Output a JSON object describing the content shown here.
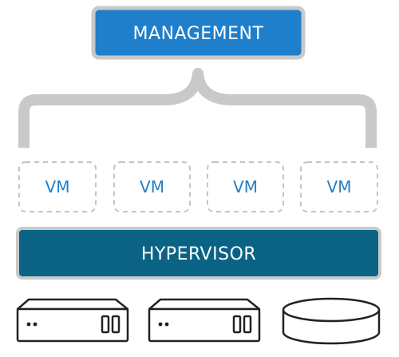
{
  "management": {
    "label": "MANAGEMENT"
  },
  "vms": [
    {
      "label": "VM"
    },
    {
      "label": "VM"
    },
    {
      "label": "VM"
    },
    {
      "label": "VM"
    }
  ],
  "hypervisor": {
    "label": "HYPERVISOR"
  },
  "hardware": [
    {
      "icon": "server-icon"
    },
    {
      "icon": "server-icon"
    },
    {
      "icon": "storage-disk-icon"
    }
  ],
  "colors": {
    "management_fill": "#1f7fcb",
    "management_border": "#c9c9c9",
    "hypervisor_fill": "#0a6385",
    "hypervisor_border": "#c9c9c9",
    "vm_text": "#1f7fcb",
    "vm_border": "#c4c4c4",
    "bracket": "#c9c9c9",
    "hardware_stroke": "#222222"
  }
}
